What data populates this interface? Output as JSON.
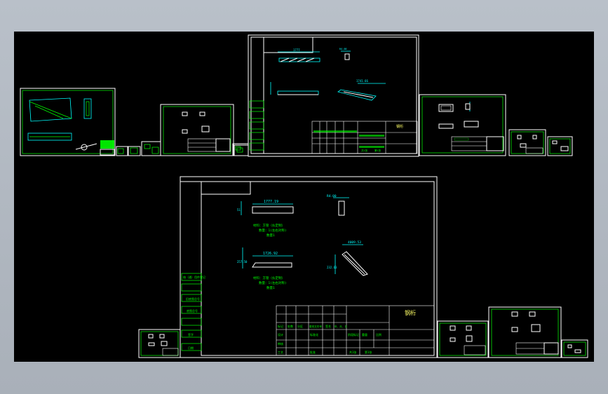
{
  "sheet_large": {
    "dim_top_length": "1777.19",
    "dim_top_height": "51",
    "dim_side": "R4.00",
    "dim_mid_length": "1726.92",
    "dim_mid_height": "257.50",
    "dim_angle_len": "4009.53",
    "dim_angle_h": "232.63",
    "note_top_1": "材料：方管（伙定制）",
    "note_top_2": "数量：1(左右对称)",
    "note_top_3": "数量1",
    "note_mid_1": "材料：方管（伙定制）",
    "note_mid_2": "数量：1(左右对称)",
    "note_mid_3": "数量1",
    "title_block_name": "钢桁",
    "title_cells": [
      "标记",
      "处数",
      "分区",
      "更改文件号",
      "签名",
      "年、月、日"
    ],
    "title_row2": [
      "设计",
      "",
      "标准化",
      "",
      "阶段标记",
      "重量",
      "比例"
    ],
    "title_row3": [
      "审核",
      "",
      "",
      ""
    ],
    "title_row4": [
      "工艺",
      "",
      "批准",
      "",
      "共1张",
      "第1张"
    ],
    "side_labels": [
      "借（通）用件登记",
      "",
      "旧底图总号",
      "",
      "底图总号",
      "",
      "签字",
      "",
      "日期"
    ]
  },
  "sheet_upper": {
    "dim_a": "1777",
    "dim_b": "R4.00",
    "dim_c": "1741.66",
    "title_block_name": "钢桁",
    "title_footer": [
      "共1张",
      "第1张"
    ]
  }
}
